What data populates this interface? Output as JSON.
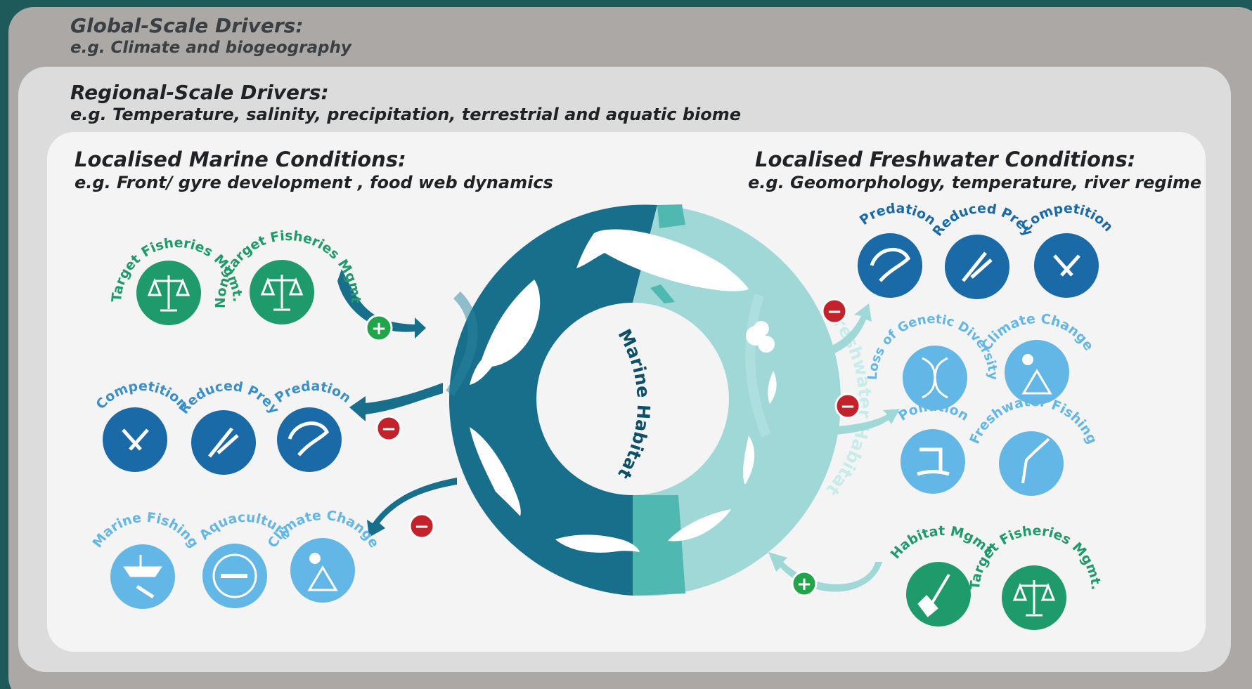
{
  "global": {
    "title": "Global-Scale Drivers:",
    "example": "e.g. Climate and biogeography"
  },
  "regional": {
    "title": "Regional-Scale Drivers:",
    "example": "e.g. Temperature, salinity, precipitation, terrestrial and aquatic biome"
  },
  "marine": {
    "title": "Localised Marine Conditions:",
    "example": "e.g. Front/ gyre development , food web dynamics"
  },
  "freshwater": {
    "title": "Localised Freshwater Conditions:",
    "example": "e.g. Geomorphology, temperature, river regime"
  },
  "ring": {
    "marine_label": "Marine Habitat",
    "freshwater_label": "Freshwater Habitat"
  },
  "left": {
    "management": [
      {
        "label": "Target Fisheries Mgmt.",
        "icon": "scales-net-icon"
      },
      {
        "label": "Non-target Fisheries Mgmt.",
        "icon": "scales-net-icon"
      }
    ],
    "biotic": [
      {
        "label": "Competition",
        "icon": "competition-icon"
      },
      {
        "label": "Reduced Prey",
        "icon": "reduced-prey-icon"
      },
      {
        "label": "Predation",
        "icon": "predation-icon"
      }
    ],
    "human": [
      {
        "label": "Marine Fishing",
        "icon": "fishing-boat-icon"
      },
      {
        "label": "Aquaculture",
        "icon": "aquaculture-pen-icon"
      },
      {
        "label": "Climate Change",
        "icon": "climate-warning-icon"
      }
    ]
  },
  "right": {
    "biotic": [
      {
        "label": "Predation",
        "icon": "predation-icon"
      },
      {
        "label": "Reduced Prey",
        "icon": "reduced-prey-icon"
      },
      {
        "label": "Competition",
        "icon": "competition-icon"
      }
    ],
    "stressors": [
      {
        "label": "Loss of Genetic Diversity",
        "icon": "dna-fish-icon"
      },
      {
        "label": "Climate Change",
        "icon": "climate-warning-icon"
      },
      {
        "label": "Pollution",
        "icon": "pollution-pipe-icon"
      },
      {
        "label": "Freshwater Fishing",
        "icon": "angler-icon"
      }
    ],
    "management": [
      {
        "label": "Habitat Mgmt.",
        "icon": "shovel-icon"
      },
      {
        "label": "Target Fisheries Mgmt.",
        "icon": "scales-net-icon"
      }
    ]
  },
  "signs": {
    "positive": "+",
    "negative": "−"
  },
  "colors": {
    "global_bg": "#aba8a6",
    "regional_bg": "#dcdcdc",
    "local_bg": "#f4f4f4",
    "marine_ring": "#176f8b",
    "marine_ring_dark": "#0f5f7a",
    "freshwater_ring": "#9fd8d6",
    "transition": "#4fb8b0",
    "management_green": "#1f9a6a",
    "biotic_blue": "#1b6aa8",
    "stressor_blue": "#63b7e6",
    "positive": "#22a54a",
    "negative": "#c4222a",
    "label_green": "#1f9a6a",
    "label_blue": "#3a8fc8"
  }
}
